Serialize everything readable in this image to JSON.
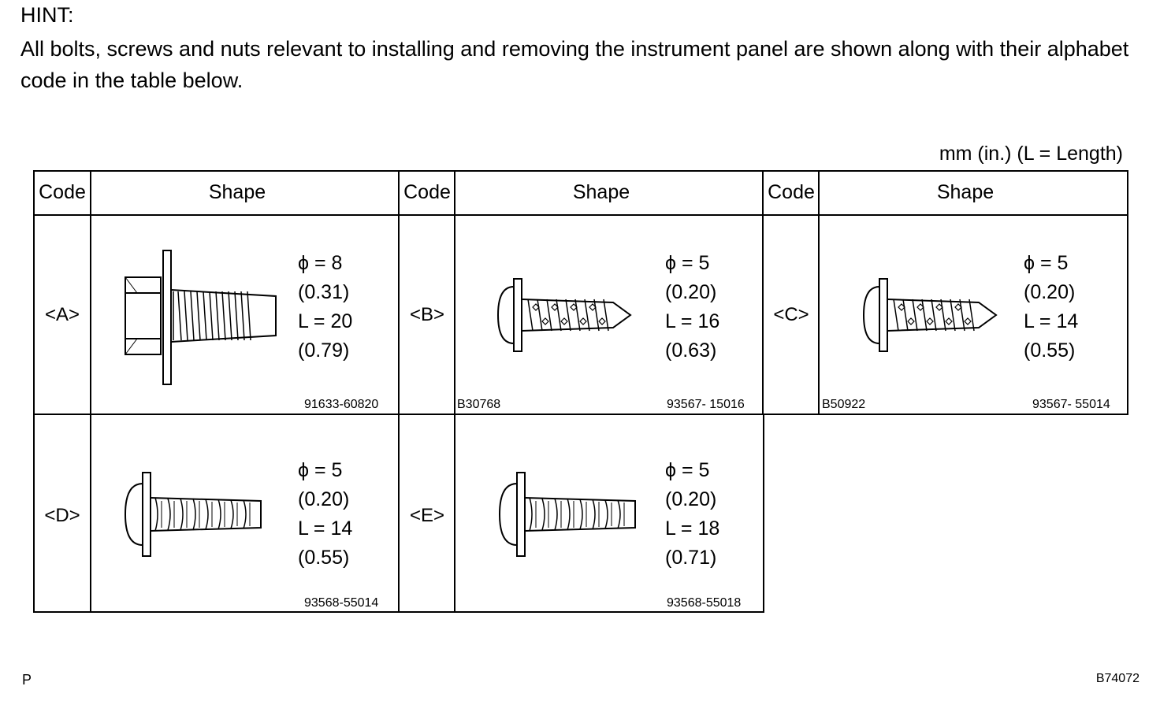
{
  "hint": {
    "label": "HINT:",
    "text": "All bolts, screws and nuts relevant to installing and removing the instrument panel are shown along with their alphabet code in the table below."
  },
  "unit_note": "mm (in.) (L = Length)",
  "table": {
    "headers": {
      "code": "Code",
      "shape": "Shape"
    },
    "rows": [
      [
        {
          "code": "<A>",
          "specs": [
            "ϕ = 8",
            "(0.31)",
            "L = 20",
            "(0.79)"
          ],
          "part_no": "91633-60820",
          "fig_id": "",
          "icon": "hex-bolt-with-washer"
        },
        {
          "code": "<B>",
          "specs": [
            "ϕ = 5",
            "(0.20)",
            "L = 16",
            "(0.63)"
          ],
          "part_no": "93567- 15016",
          "fig_id": "B30768",
          "icon": "tapping-screw"
        },
        {
          "code": "<C>",
          "specs": [
            "ϕ = 5",
            "(0.20)",
            "L = 14",
            "(0.55)"
          ],
          "part_no": "93567- 55014",
          "fig_id": "B50922",
          "icon": "tapping-screw"
        }
      ],
      [
        {
          "code": "<D>",
          "specs": [
            "ϕ = 5",
            "(0.20)",
            "L = 14",
            "(0.55)"
          ],
          "part_no": "93568-55014",
          "fig_id": "",
          "icon": "flat-tip-screw"
        },
        {
          "code": "<E>",
          "specs": [
            "ϕ = 5",
            "(0.20)",
            "L = 18",
            "(0.71)"
          ],
          "part_no": "93568-55018",
          "fig_id": "",
          "icon": "flat-tip-screw"
        }
      ]
    ]
  },
  "footer": {
    "left": "P",
    "right": "B74072"
  }
}
